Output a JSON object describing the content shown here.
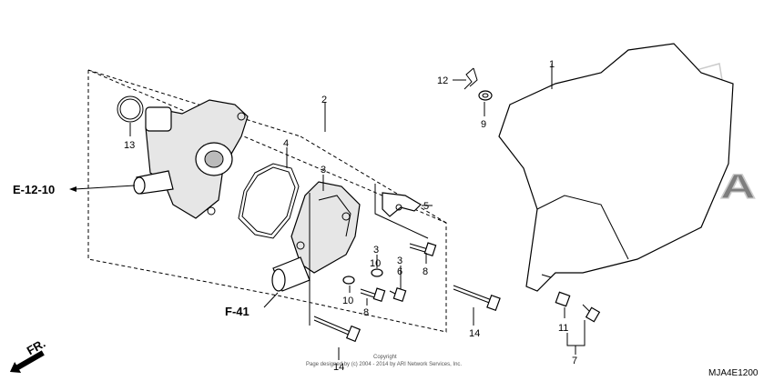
{
  "callouts": {
    "p1": "1",
    "p2": "2",
    "p3a": "3",
    "p3b": "3",
    "p3c": "3",
    "p4": "4",
    "p5": "5",
    "p6": "6",
    "p7": "7",
    "p8a": "8",
    "p8b": "8",
    "p9": "9",
    "p10a": "10",
    "p10b": "10",
    "p11": "11",
    "p12": "12",
    "p13": "13",
    "p14a": "14",
    "p14b": "14"
  },
  "refs": {
    "e_ref": "E-12-10",
    "f_ref": "F-41",
    "front": "FR."
  },
  "copyright": {
    "line1": "Copyright",
    "line2": "Page designed by (c) 2004 - 2014 by ARI Network Services, Inc."
  },
  "watermark": "HONDA",
  "diagram_code": "MJA4E1200",
  "colors": {
    "line": "#000000",
    "shade": "#e6e6e6",
    "watermark": "#c8c8c8"
  }
}
